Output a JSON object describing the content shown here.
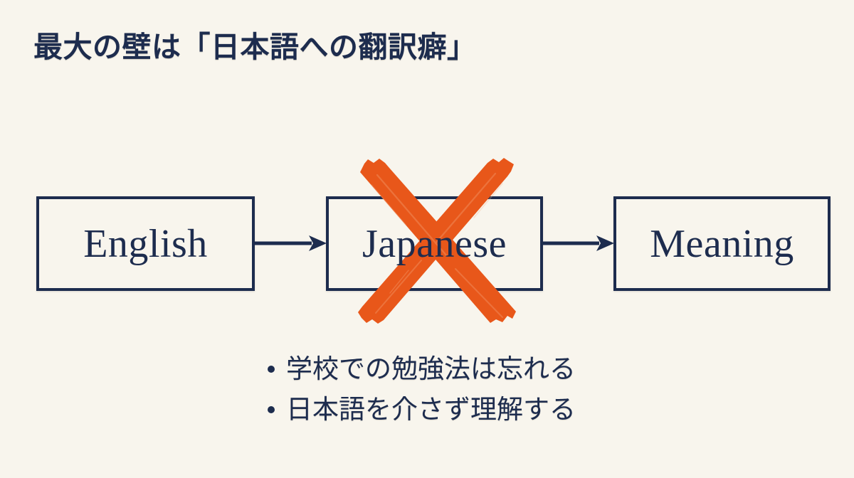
{
  "slide": {
    "background_color": "#f8f5ed",
    "ink_color": "#1d2c4e",
    "accent_color": "#e8571a",
    "title": "最大の壁は「日本語への翻訳癖」"
  },
  "diagram": {
    "nodes": [
      {
        "id": "english",
        "label": "English"
      },
      {
        "id": "japanese",
        "label": "Japanese"
      },
      {
        "id": "meaning",
        "label": "Meaning"
      }
    ],
    "arrows": [
      {
        "id": "arrow-english-to-japanese",
        "from": "english",
        "to": "japanese",
        "direction": "right"
      },
      {
        "id": "arrow-japanese-to-meaning",
        "from": "japanese",
        "to": "meaning",
        "direction": "right"
      }
    ],
    "annotation": {
      "id": "cross-out-japanese",
      "shape": "x-mark",
      "target": "japanese",
      "color": "#e8571a",
      "style": "marker-stroke"
    }
  },
  "bullets": [
    {
      "marker": "・",
      "text": "学校での勉強法は忘れる"
    },
    {
      "marker": "・",
      "text": "日本語を介さず理解する"
    }
  ]
}
